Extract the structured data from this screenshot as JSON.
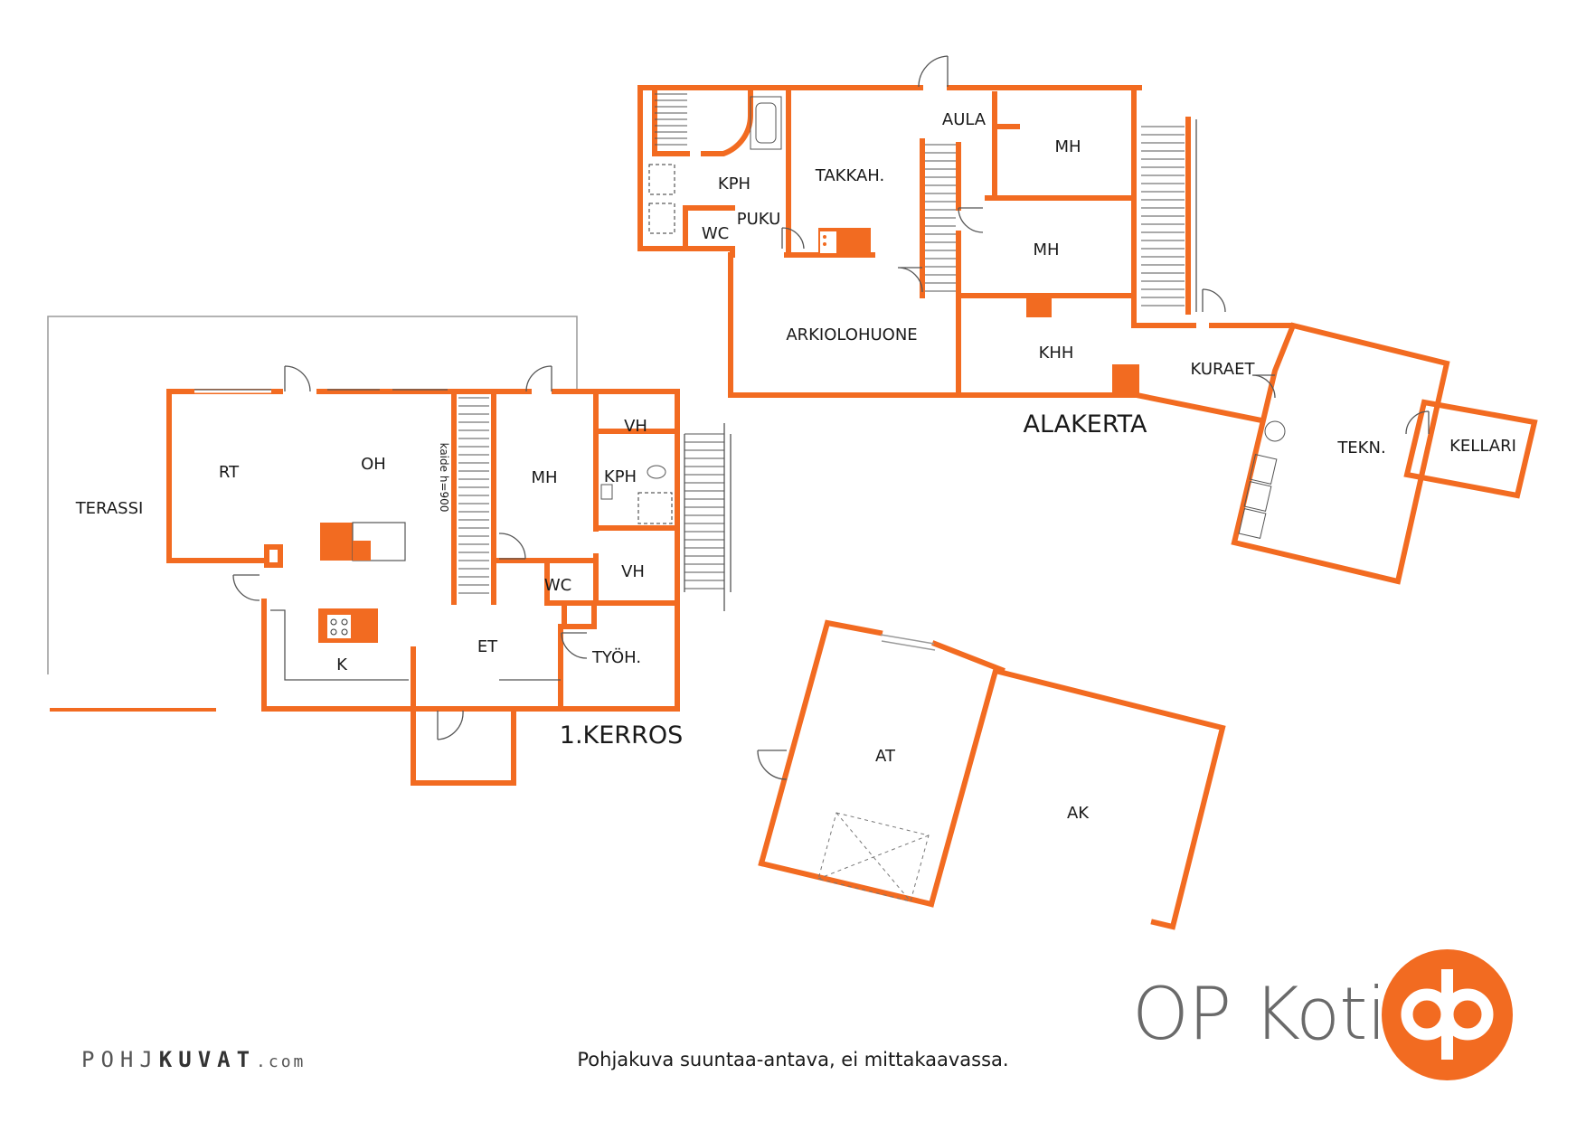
{
  "floors": {
    "first": {
      "title": "1.KERROS",
      "rooms": {
        "terassi": "TERASSI",
        "rt": "RT",
        "oh": "OH",
        "mh": "MH",
        "vh1": "VH",
        "kph": "KPH",
        "vh2": "VH",
        "wc": "WC",
        "k": "K",
        "et": "ET",
        "tyoh": "TYÖH."
      },
      "railing_note": "kaide h=900"
    },
    "lower": {
      "title": "ALAKERTA",
      "rooms": {
        "kph": "KPH",
        "puku": "PUKU",
        "wc": "WC",
        "takkah": "TAKKAH.",
        "aula": "AULA",
        "mh1": "MH",
        "mh2": "MH",
        "arkiolohuone": "ARKIOLOHUONE",
        "khh": "KHH",
        "kuraet": "KURAET",
        "tekn": "TEKN.",
        "kellari": "KELLARI"
      }
    },
    "outbuilding": {
      "rooms": {
        "at": "AT",
        "ak": "AK"
      }
    }
  },
  "brand": {
    "name": "OP Koti",
    "color": "#f26b21"
  },
  "footer": {
    "note": "Pohjakuva suuntaa-antava, ei mittakaavassa.",
    "pohjakuvat_light": "POHJ",
    "pohjakuvat_dark": "KUVAT",
    "pohjakuvat_suffix": ".com"
  },
  "icons": {
    "logo": "op-logo-icon",
    "stove": "stove-icon",
    "fireplace": "fireplace-icon"
  }
}
